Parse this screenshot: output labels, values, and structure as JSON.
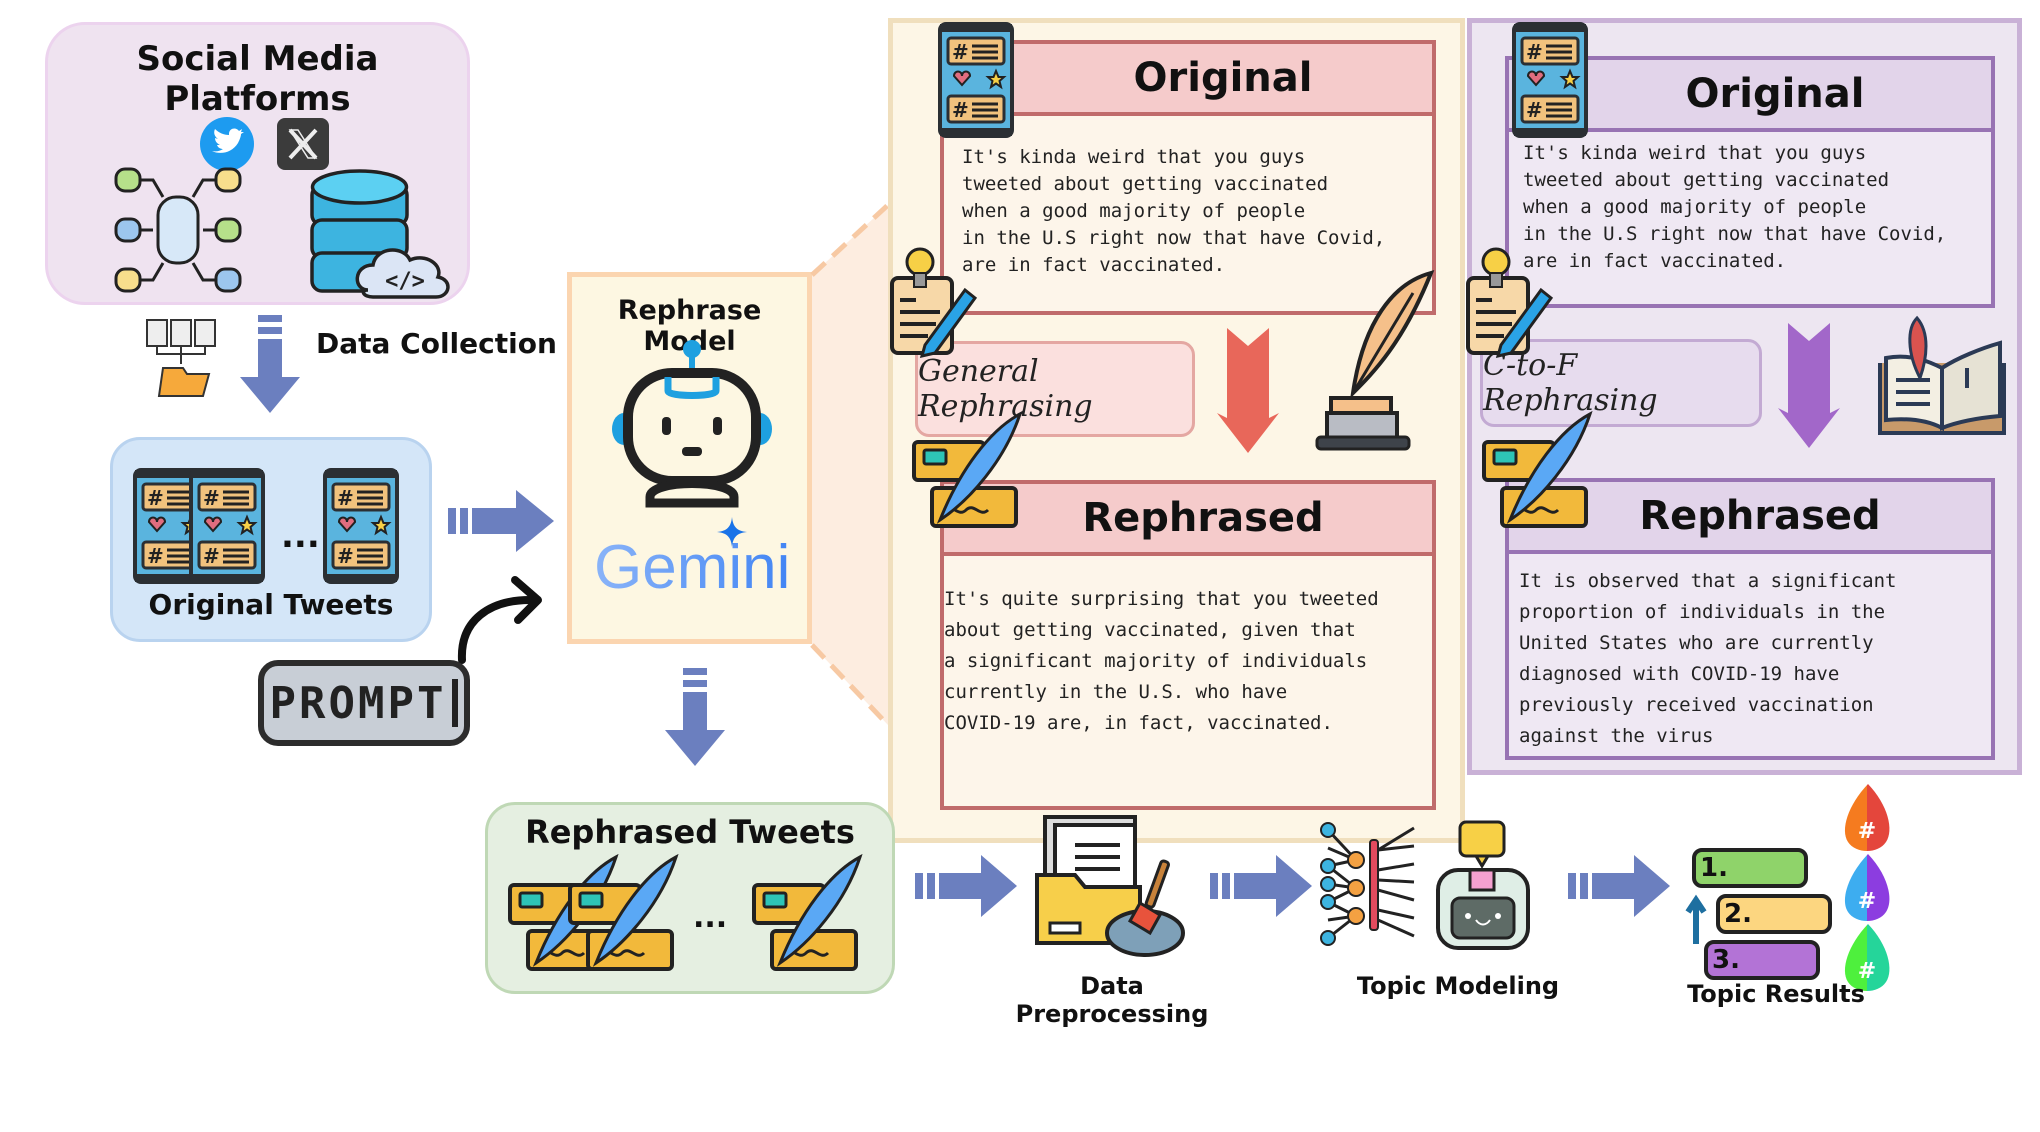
{
  "social_media": {
    "title": "Social Media Platforms",
    "icons": [
      "twitter-bird-icon",
      "x-logo-icon",
      "distributed-database-icon",
      "cloud-database-icon"
    ]
  },
  "data_collection": {
    "label": "Data Collection",
    "icons": [
      "documents-folder-icon",
      "down-arrow-icon"
    ]
  },
  "original_tweets": {
    "label": "Original Tweets",
    "ellipsis": "...",
    "icons": [
      "tweet-card-icon"
    ]
  },
  "prompt": {
    "label": "PROMPT"
  },
  "rephrase_model": {
    "label": "Rephrase Model",
    "model_name": "Gemini",
    "icons": [
      "robot-icon",
      "gemini-sparkle-icon"
    ]
  },
  "general_panel": {
    "original_title": "Original",
    "original_text": "It's kinda weird that you guys\ntweeted about getting vaccinated\nwhen a good majority of people\nin the U.S right now that have Covid,\nare in fact vaccinated.",
    "method_label": "General Rephrasing",
    "rephrased_title": "Rephrased",
    "rephrased_text": "It's quite surprising that you tweeted\nabout getting vaccinated, given that\na significant majority of individuals\ncurrently in the U.S. who have\nCOVID-19 are, in fact, vaccinated.",
    "accent_color": "#e8675a"
  },
  "ctof_panel": {
    "original_title": "Original",
    "original_text": "It's kinda weird that you guys\ntweeted about getting vaccinated\nwhen a good majority of people\nin the U.S right now that have Covid,\nare in fact vaccinated.",
    "method_label": "C-to-F Rephrasing",
    "rephrased_title": "Rephrased",
    "rephrased_text": "It is observed that a significant\nproportion of individuals in the\nUnited States who are currently\ndiagnosed with COVID-19 have\npreviously received vaccination\nagainst the virus",
    "accent_color": "#a267c9"
  },
  "rephrased_tweets": {
    "label": "Rephrased Tweets",
    "ellipsis": "..."
  },
  "pipeline": {
    "steps": [
      {
        "label": "Data Preprocessing",
        "icon": "folder-cleaning-icon"
      },
      {
        "label": "Topic Modeling",
        "icon": "neural-network-robot-icon"
      },
      {
        "label": "Topic Results",
        "icon": "ranked-list-icon"
      }
    ],
    "ranks": [
      "1.",
      "2.",
      "3."
    ],
    "hashtag": "#"
  },
  "colors": {
    "arrow": "#6b7fbf"
  }
}
